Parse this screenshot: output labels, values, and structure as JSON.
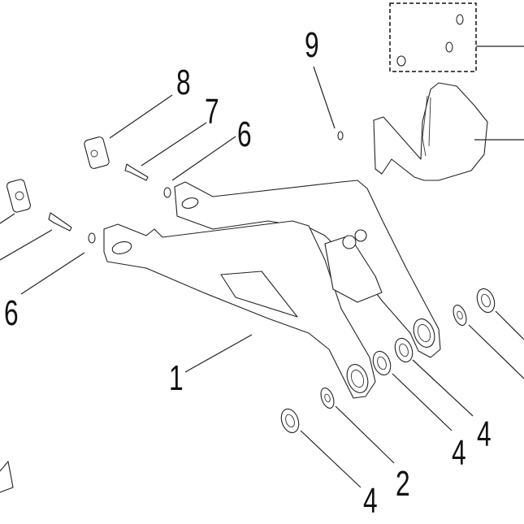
{
  "diagram": {
    "title": "Swingarm exploded parts view",
    "line_color": "#222222",
    "background": "#ffffff",
    "callouts": [
      {
        "id": "c1",
        "label": "1",
        "part": "swingarm"
      },
      {
        "id": "c2",
        "label": "2",
        "part": "washer"
      },
      {
        "id": "c4a",
        "label": "4",
        "part": "bearing"
      },
      {
        "id": "c4b",
        "label": "4",
        "part": "bearing"
      },
      {
        "id": "c4c",
        "label": "4",
        "part": "bearing"
      },
      {
        "id": "c6a",
        "label": "6",
        "part": "nut"
      },
      {
        "id": "c6b",
        "label": "6",
        "part": "nut"
      },
      {
        "id": "c7",
        "label": "7",
        "part": "bolt"
      },
      {
        "id": "c8",
        "label": "8",
        "part": "chain-adjuster-block"
      },
      {
        "id": "c9",
        "label": "9",
        "part": "screw"
      }
    ]
  }
}
